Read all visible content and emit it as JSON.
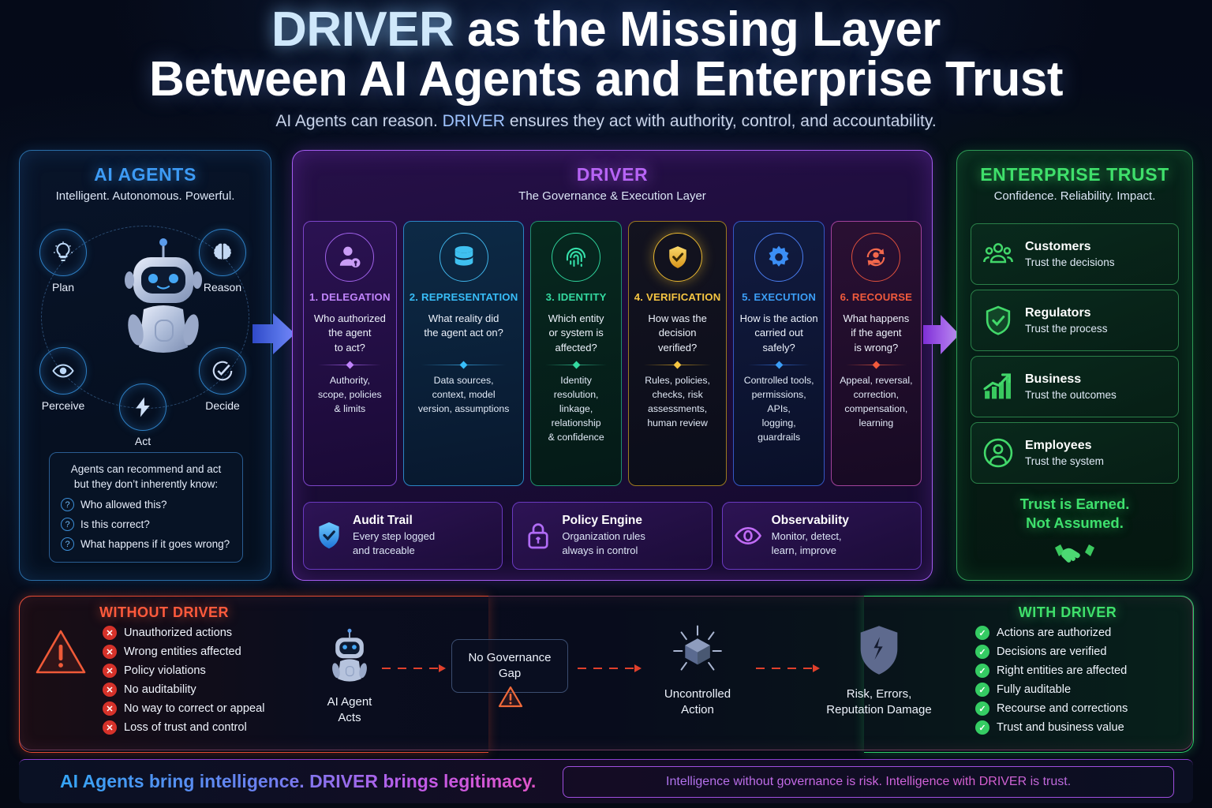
{
  "header": {
    "title_line1_keyword": "DRIVER",
    "title_line1_rest": " as the Missing Layer",
    "title_line2": "Between AI Agents and Enterprise Trust",
    "subtitle_a": "AI Agents can reason. ",
    "subtitle_kw": "DRIVER",
    "subtitle_b": " ensures they act with authority, control, and accountability."
  },
  "agents": {
    "title": "AI AGENTS",
    "subtitle": "Intelligent. Autonomous. Powerful.",
    "nodes": [
      {
        "label": "Plan",
        "icon": "lightbulb-icon"
      },
      {
        "label": "Reason",
        "icon": "brain-icon"
      },
      {
        "label": "Perceive",
        "icon": "eye-icon"
      },
      {
        "label": "Decide",
        "icon": "check-circle-icon"
      },
      {
        "label": "Act",
        "icon": "bolt-icon"
      }
    ],
    "question_box": {
      "intro_line1": "Agents can recommend and act",
      "intro_line2": "but they don’t inherently know:",
      "questions": [
        "Who allowed this?",
        "Is this correct?",
        "What happens if it goes wrong?"
      ]
    }
  },
  "driver": {
    "title": "DRIVER",
    "subtitle": "The Governance & Execution Layer",
    "cards": [
      {
        "name": "1. DELEGATION",
        "question_lines": [
          "Who authorized",
          "the agent",
          "to act?"
        ],
        "detail_lines": [
          "Authority,",
          "scope, policies",
          "& limits"
        ],
        "color": "#c084fc",
        "icon": "user-key-icon"
      },
      {
        "name": "2. REPRESENTATION",
        "question_lines": [
          "What reality did",
          "the agent act on?"
        ],
        "detail_lines": [
          "Data sources,",
          "context, model",
          "version, assumptions"
        ],
        "color": "#38bdf8",
        "icon": "database-icon"
      },
      {
        "name": "3. IDENTITY",
        "question_lines": [
          "Which entity",
          "or system is",
          "affected?"
        ],
        "detail_lines": [
          "Identity resolution,",
          "linkage, relationship",
          "& confidence"
        ],
        "color": "#34d9a0",
        "icon": "fingerprint-icon"
      },
      {
        "name": "4. VERIFICATION",
        "question_lines": [
          "How was the",
          "decision",
          "verified?"
        ],
        "detail_lines": [
          "Rules, policies,",
          "checks, risk",
          "assessments,",
          "human review"
        ],
        "color": "#f5c542",
        "icon": "shield-check-icon"
      },
      {
        "name": "5. EXECUTION",
        "question_lines": [
          "How is the action",
          "carried out",
          "safely?"
        ],
        "detail_lines": [
          "Controlled tools,",
          "permissions, APIs,",
          "logging, guardrails"
        ],
        "color": "#3b9df5",
        "icon": "gear-icon"
      },
      {
        "name": "6. RECOURSE",
        "question_lines": [
          "What happens",
          "if the agent",
          "is wrong?"
        ],
        "detail_lines": [
          "Appeal, reversal,",
          "correction,",
          "compensation,",
          "learning"
        ],
        "color": "#f05a3c",
        "icon": "user-reverse-icon"
      }
    ],
    "features": [
      {
        "title": "Audit Trail",
        "desc_lines": [
          "Every step logged",
          "and traceable"
        ],
        "icon": "shield-check-icon"
      },
      {
        "title": "Policy Engine",
        "desc_lines": [
          "Organization rules",
          "always in control"
        ],
        "icon": "lock-icon"
      },
      {
        "title": "Observability",
        "desc_lines": [
          "Monitor, detect,",
          "learn, improve"
        ],
        "icon": "eye-icon"
      }
    ]
  },
  "trust": {
    "title": "ENTERPRISE TRUST",
    "subtitle": "Confidence. Reliability. Impact.",
    "rows": [
      {
        "title": "Customers",
        "desc": "Trust the decisions",
        "icon": "people-group-icon"
      },
      {
        "title": "Regulators",
        "desc": "Trust the process",
        "icon": "shield-check-icon"
      },
      {
        "title": "Business",
        "desc": "Trust the outcomes",
        "icon": "bar-chart-growth-icon"
      },
      {
        "title": "Employees",
        "desc": "Trust the system",
        "icon": "user-circle-icon"
      }
    ],
    "earned_line1": "Trust is Earned.",
    "earned_line2": "Not Assumed.",
    "earned_icon": "handshake-icon"
  },
  "bottom": {
    "without": {
      "title": "WITHOUT DRIVER",
      "icon": "warning-triangle-icon",
      "items": [
        "Unauthorized actions",
        "Wrong entities affected",
        "Policy violations",
        "No auditability",
        "No way to correct or appeal",
        "Loss of trust and control"
      ]
    },
    "flow": {
      "steps": [
        {
          "caption_lines": [
            "AI Agent",
            "Acts"
          ],
          "icon": "robot-icon"
        },
        {
          "caption_lines": [
            "No Governance",
            "Gap"
          ],
          "icon": "warning-triangle-icon"
        },
        {
          "caption_lines": [
            "Uncontrolled",
            "Action"
          ],
          "icon": "explosion-cube-icon"
        },
        {
          "caption_lines": [
            "Risk, Errors,",
            "Reputation Damage"
          ],
          "icon": "broken-shield-icon"
        }
      ]
    },
    "with": {
      "title": "WITH DRIVER",
      "items": [
        "Actions are authorized",
        "Decisions are verified",
        "Right entities are affected",
        "Fully auditable",
        "Recourse and corrections",
        "Trust and business value"
      ]
    }
  },
  "footer": {
    "tagline": "AI Agents bring intelligence. DRIVER brings legitimacy.",
    "boxed": "Intelligence without governance is risk. Intelligence with DRIVER is trust."
  },
  "colors": {
    "agents_accent": "#3d9bf5",
    "driver_accent": "#b764f5",
    "trust_accent": "#3fe06b",
    "danger": "#ff5a3c",
    "success": "#3fe06b"
  }
}
